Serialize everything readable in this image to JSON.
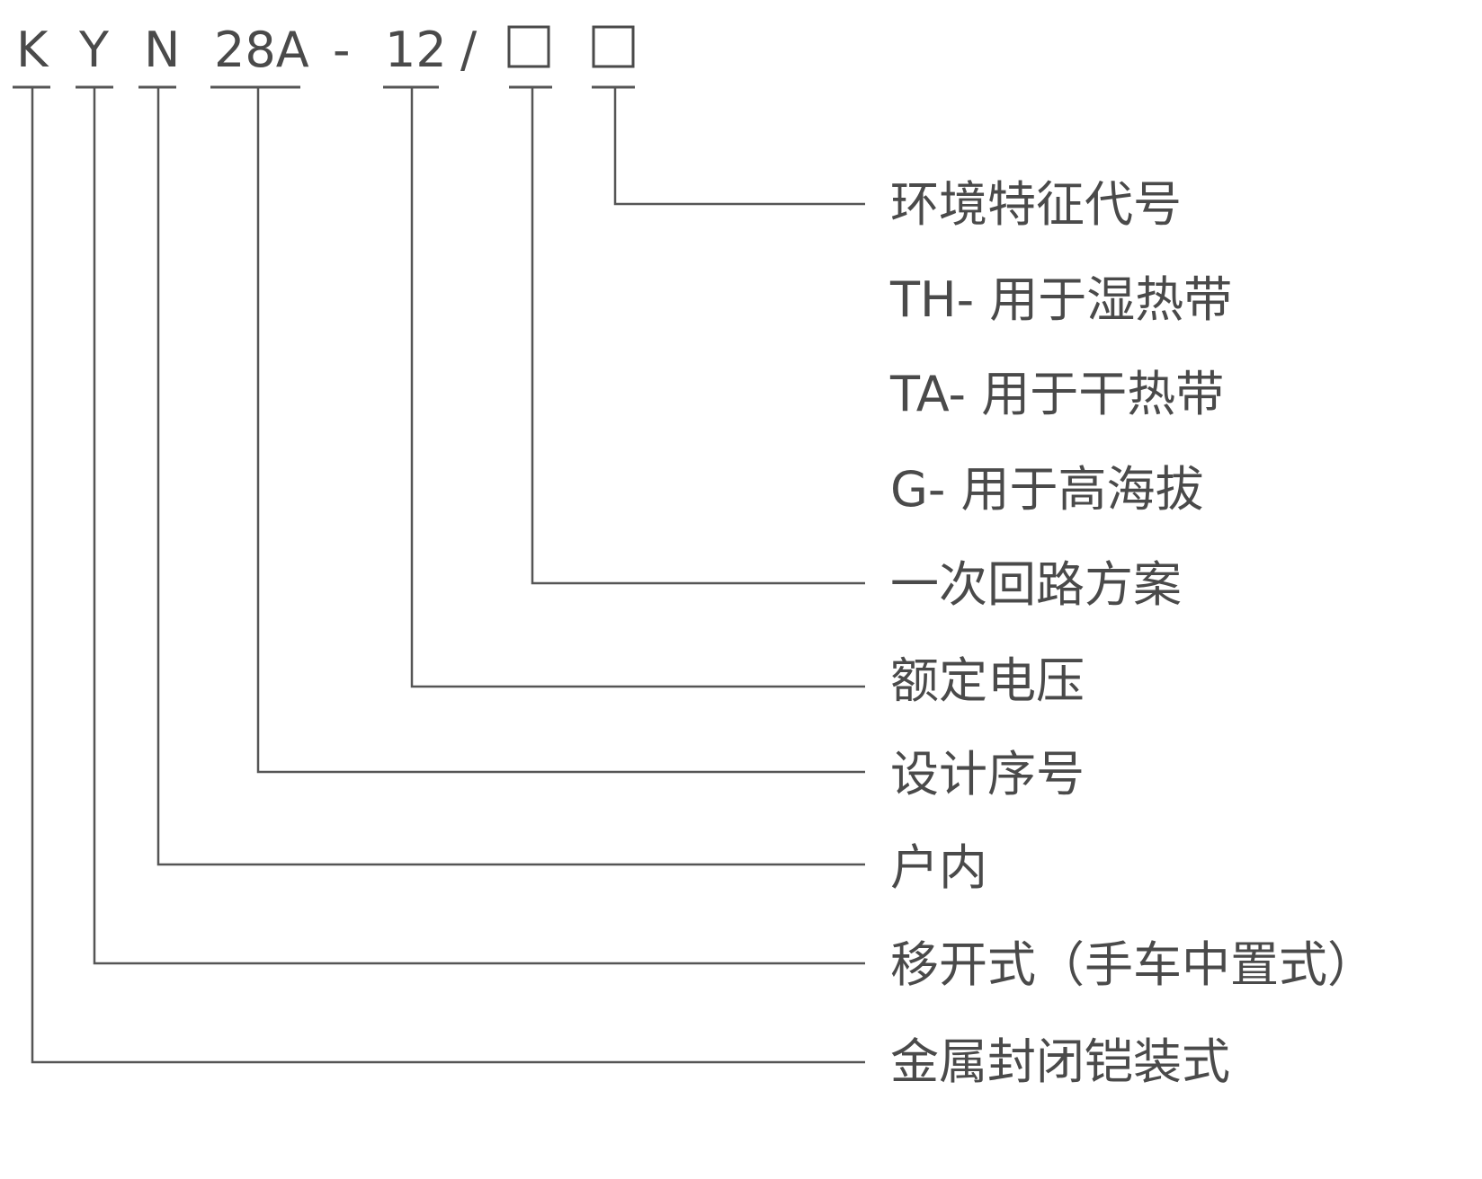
{
  "model_code": {
    "segments": [
      {
        "id": "k",
        "text": "K"
      },
      {
        "id": "y",
        "text": "Y"
      },
      {
        "id": "n",
        "text": "N"
      },
      {
        "id": "design",
        "text": "28A"
      },
      {
        "id": "dash",
        "text": "-"
      },
      {
        "id": "voltage",
        "text": "12"
      },
      {
        "id": "slash",
        "text": "/"
      },
      {
        "id": "box1",
        "text": ""
      },
      {
        "id": "box2",
        "text": ""
      }
    ]
  },
  "labels": {
    "env_code": "环境特征代号",
    "env_th": "TH- 用于湿热带",
    "env_ta": "TA- 用于干热带",
    "env_g": "G- 用于高海拔",
    "circuit_scheme": "一次回路方案",
    "rated_voltage": "额定电压",
    "design_serial": "设计序号",
    "indoor": "户内",
    "removable": "移开式（手车中置式）",
    "metal_enclosed": "金属封闭铠装式"
  }
}
